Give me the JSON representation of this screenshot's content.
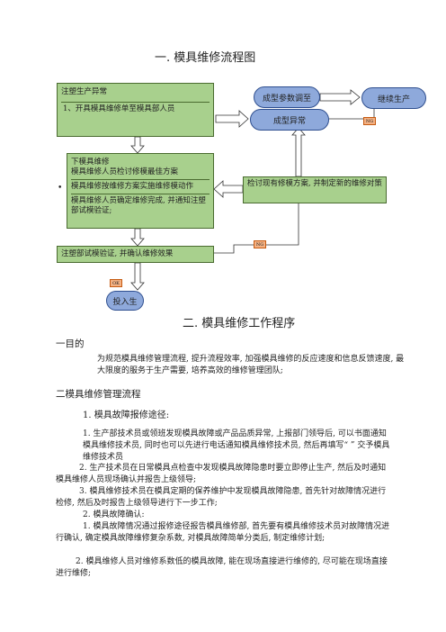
{
  "flow_title": "一. 模具维修流程图",
  "flow": {
    "box1": {
      "row1": "注塑生产异常",
      "row2": "1、开具模具维修单至模具部人员"
    },
    "param_adjust": "成型参数调至",
    "continue_production": "继续生产",
    "molding_abnormal": "成型异常",
    "ng_tag_1": "NG",
    "box2": {
      "row1": "下模具维修",
      "row2": "模具维修人员检讨修模最佳方案",
      "row3": "模具维修按维修方案实施维修模动作",
      "row4": "模具维修人员确定维修完成, 并通知注塑部试模验证;"
    },
    "bullet": "•",
    "review_box": "检讨现有修模方案, 并制定新的维修对策",
    "ng_tag_2": "NG",
    "box3": "注塑部试模验证, 并确认维修效果",
    "ok_tag": "OK",
    "production": "投入生"
  },
  "section2_title": "二. 模具维修工作程序",
  "s1": {
    "heading": "一目的",
    "para": "为规范模具维修管理流程, 提升流程效率, 加强模具维修的反应速度和信息反馈速度, 最大限度的服务于生产需要, 培养高效的维修管理团队;"
  },
  "s2": {
    "heading": "二模具维修管理流程",
    "sub1": "1. 模具故障报修途径:",
    "p1": "1. 生产部技术员或领班发现模具故障或产品品质异常, 上报部门领导后, 可以书面通知模具维修技术员, 同时也可以先进行电话通知模具维修技术员, 然后再填写“ ” 交予模具维修技术员",
    "p2": "2. 生产技术员在日常模具点检查中发现模具故障隐患时要立即停止生产, 然后及时通知模具维修人员现场确认并报告上级领导;",
    "p3": "3. 模具维修技术员在模具定期的保养维护中发现模具故障隐患, 首先针对故障情况进行检修, 然后及时报告上级领导进行下一步工作;",
    "p4": "2. 模具故障确认:",
    "p5": "1. 模具故障情况通过报修途径报告模具维修部, 首先要有模具维修技术员对故障情况进行确认, 确定模具故障维修复杂系数, 对模具故障简单分类后, 制定维修计划;",
    "p6": "2. 模具维修人员对维修系数低的模具故障, 能在现场直接进行维修的, 尽可能在现场直接进行维修;"
  }
}
